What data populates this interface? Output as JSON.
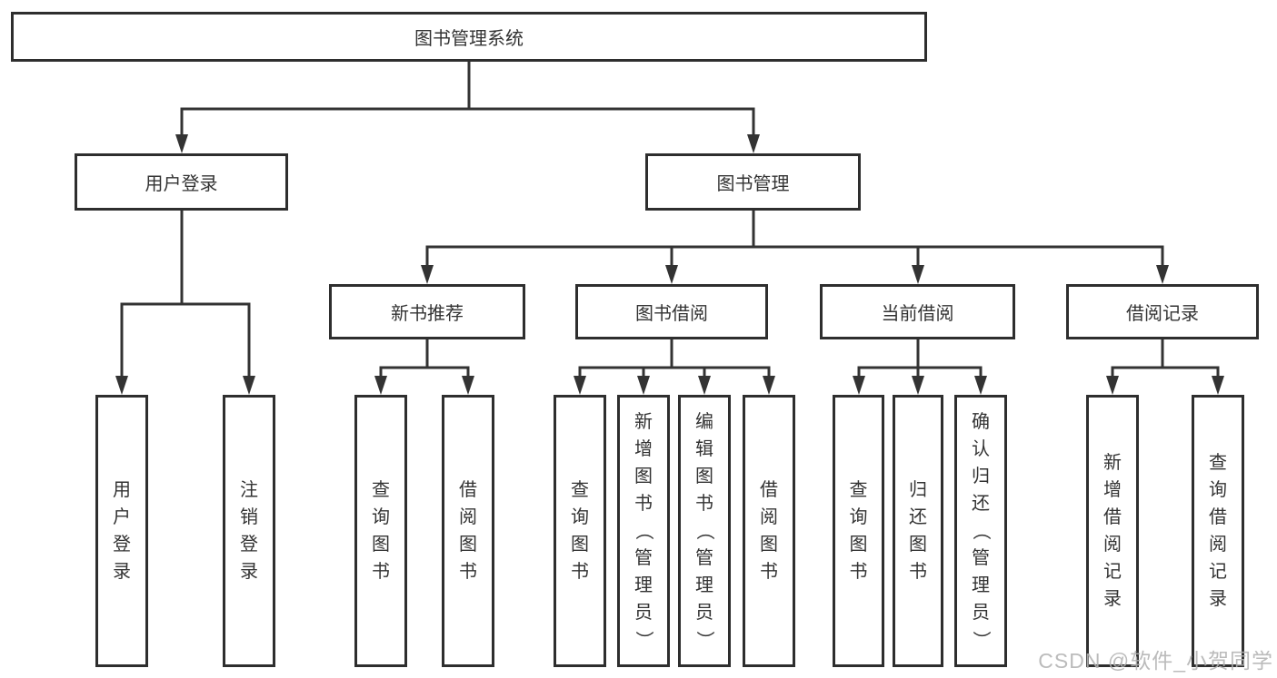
{
  "diagram": {
    "root": "图书管理系统",
    "user_login": {
      "label": "用户登录",
      "children": [
        "用户登录",
        "注销登录"
      ]
    },
    "book_management": {
      "label": "图书管理",
      "sections": [
        {
          "label": "新书推荐",
          "children": [
            "查询图书",
            "借阅图书"
          ]
        },
        {
          "label": "图书借阅",
          "children": [
            "查询图书",
            "新增图书（管理员）",
            "编辑图书（管理员）",
            "借阅图书"
          ]
        },
        {
          "label": "当前借阅",
          "children": [
            "查询图书",
            "归还图书",
            "确认归还（管理员）"
          ]
        },
        {
          "label": "借阅记录",
          "children": [
            "新增借阅记录",
            "查询借阅记录"
          ]
        }
      ]
    }
  },
  "watermark": "CSDN @软件_小贺同学",
  "colors": {
    "line": "#333333",
    "box_border": "#2e2e2e",
    "box_fill": "#ffffff",
    "text": "#333333",
    "watermark": "#b2b2b2"
  }
}
